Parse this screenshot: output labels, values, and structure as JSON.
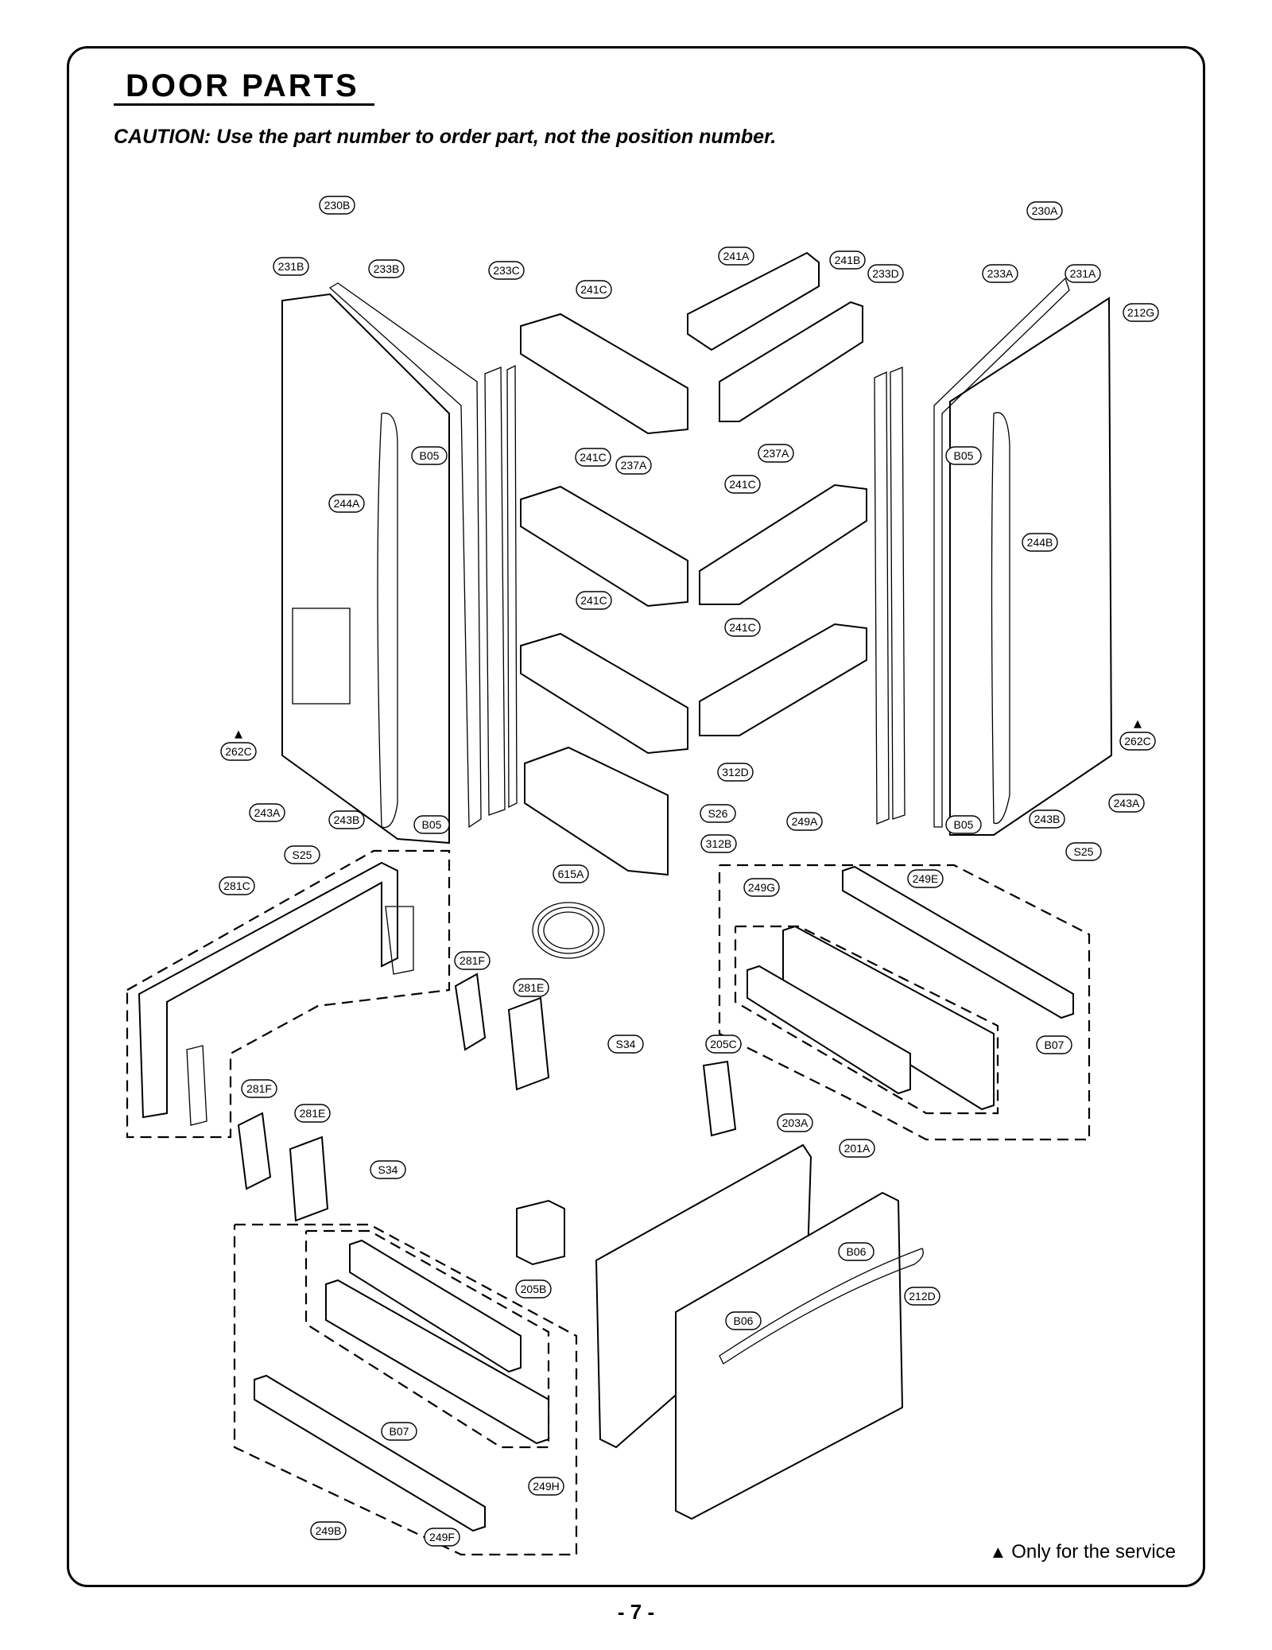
{
  "header": {
    "title": "DOOR PARTS",
    "caution": "CAUTION: Use the part number to order part, not the position number."
  },
  "legend": {
    "marker": "▲",
    "text": "Only for the service"
  },
  "page_number": "- 7 -",
  "callouts": [
    "230B",
    "231B",
    "233B",
    "233C",
    "241A",
    "241B",
    "233D",
    "233A",
    "231A",
    "230A",
    "212G",
    "241C",
    "241C",
    "237A",
    "237A",
    "241C",
    "241C",
    "241C",
    "B05",
    "B05",
    "B05",
    "B05",
    "244A",
    "244B",
    "262C",
    "262C",
    "243A",
    "243B",
    "S25",
    "243B",
    "243A",
    "S25",
    "312D",
    "S26",
    "312B",
    "249A",
    "615A",
    "281C",
    "249G",
    "249E",
    "281F",
    "281E",
    "S34",
    "205C",
    "B07",
    "281F",
    "281E",
    "S34",
    "203A",
    "201A",
    "B06",
    "205B",
    "212D",
    "B06",
    "B07",
    "249H",
    "249B",
    "249F"
  ]
}
